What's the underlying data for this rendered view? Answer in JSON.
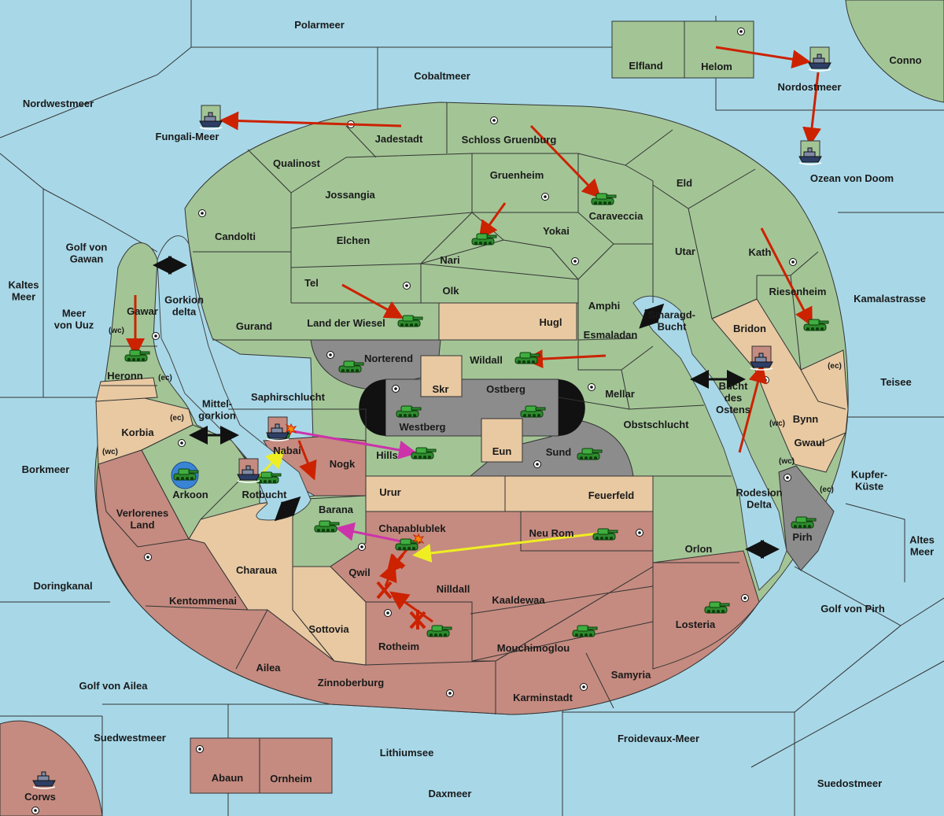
{
  "colors": {
    "sea": "#a8d8e8",
    "neutral_green": "#a3c596",
    "red_power": "#c58b80",
    "tan_power": "#e8c9a2",
    "impassable": "#8c8c8c",
    "move_arrow": "#cc2200",
    "support_arrow": "#cc33aa",
    "convoy_arrow": "#eeee22"
  },
  "regions": {
    "polarmeer": "Polarmeer",
    "cobaltmeer": "Cobaltmeer",
    "nordwestmeer": "Nordwestmeer",
    "conno": "Conno",
    "elfland": "Elfland",
    "helom": "Helom",
    "nordostmeer": "Nordostmeer",
    "fungali_meer": "Fungali-Meer",
    "jadestadt": "Jadestadt",
    "schloss_gruenburg": "Schloss Gruenburg",
    "ozean_von_doom": "Ozean von Doom",
    "qualinost": "Qualinost",
    "gruenheim": "Gruenheim",
    "eld": "Eld",
    "jossangia": "Jossangia",
    "caraveccia": "Caraveccia",
    "candolti": "Candolti",
    "yokai": "Yokai",
    "elchen": "Elchen",
    "utar": "Utar",
    "kath": "Kath",
    "golf_von_gawan": "Golf von\nGawan",
    "nari": "Nari",
    "kaltes_meer": "Kaltes\nMeer",
    "tel": "Tel",
    "olk": "Olk",
    "riesenheim": "Riesenheim",
    "kamalastrasse": "Kamalastrasse",
    "amphi": "Amphi",
    "gawar": "Gawar",
    "gorkion_delta": "Gorkion\ndelta",
    "meer_von_uuz": "Meer\nvon Uuz",
    "gurand": "Gurand",
    "land_der_wiesel": "Land der Wiesel",
    "hugl": "Hugl",
    "smaragd_bucht": "Smaragd-\nBucht",
    "bridon": "Bridon",
    "esmaladan": "Esmaladan",
    "norterend": "Norterend",
    "wildall": "Wildall",
    "heronn": "Heronn",
    "teisee": "Teisee",
    "skr": "Skr",
    "ostberg": "Ostberg",
    "mellar": "Mellar",
    "saphirschlucht": "Saphirschlucht",
    "bucht_des_ostens": "Bucht\ndes\nOstens",
    "bynn": "Bynn",
    "mittel_gorkion": "Mittel-\ngorkion",
    "westberg": "Westberg",
    "obstschlucht": "Obstschlucht",
    "korbia": "Korbia",
    "nabai": "Nabai",
    "eun": "Eun",
    "gwaul": "Gwaul",
    "hills": "Hills",
    "sund": "Sund",
    "borkmeer": "Borkmeer",
    "nogk": "Nogk",
    "kupfer_kueste": "Kupfer-\nKüste",
    "arkoon": "Arkoon",
    "rotbucht": "Rotbucht",
    "urur": "Urur",
    "feuerfeld": "Feuerfeld",
    "rodesion_delta": "Rodesion\nDelta",
    "verlorenes_land": "Verlorenes\nLand",
    "barana": "Barana",
    "chapablublek": "Chapablublek",
    "neu_rom": "Neu Rom",
    "pirh": "Pirh",
    "altes_meer": "Altes\nMeer",
    "orlon": "Orlon",
    "charaua": "Charaua",
    "qwil": "Qwil",
    "nilldall": "Nilldall",
    "doringkanal": "Doringkanal",
    "kentommenai": "Kentommenai",
    "kaaldewaa": "Kaaldewaa",
    "golf_von_pirh": "Golf von Pirh",
    "losteria": "Losteria",
    "sottovia": "Sottovia",
    "rotheim": "Rotheim",
    "mouchimoglou": "Mouchimoglou",
    "ailea": "Ailea",
    "samyria": "Samyria",
    "golf_von_ailea": "Golf von Ailea",
    "zinnoberburg": "Zinnoberburg",
    "karminstadt": "Karminstadt",
    "suedwestmeer": "Suedwestmeer",
    "froidevaux_meer": "Froidevaux-Meer",
    "lithiumsee": "Lithiumsee",
    "abaun": "Abaun",
    "ornheim": "Ornheim",
    "suedostmeer": "Suedostmeer",
    "daxmeer": "Daxmeer",
    "corws": "Corws"
  },
  "coast_tags": {
    "gawar_wc": "(wc)",
    "heronn_ec": "(ec)",
    "korbia_ec": "(ec)",
    "korbia_wc": "(wc)",
    "teisee_ec": "(ec)",
    "bynn_wc": "(wc)",
    "gwaul_wc": "(wc)",
    "kupfer_ec": "(ec)"
  }
}
